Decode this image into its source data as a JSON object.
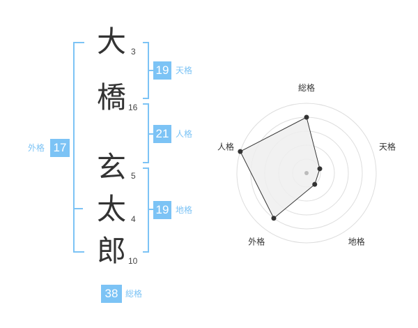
{
  "name": {
    "chars": [
      {
        "char": "大",
        "strokes": "3"
      },
      {
        "char": "橋",
        "strokes": "16"
      },
      {
        "char": "玄",
        "strokes": "5"
      },
      {
        "char": "太",
        "strokes": "4"
      },
      {
        "char": "郎",
        "strokes": "10"
      }
    ]
  },
  "fortunes": {
    "tenkaku": {
      "value": "19",
      "label": "天格"
    },
    "jinkaku": {
      "value": "21",
      "label": "人格"
    },
    "chikaku": {
      "value": "19",
      "label": "地格"
    },
    "gaikaku": {
      "value": "17",
      "label": "外格"
    },
    "soukaku": {
      "value": "38",
      "label": "総格"
    }
  },
  "chart_data": {
    "type": "radar",
    "axes": [
      "総格",
      "天格",
      "地格",
      "外格",
      "人格"
    ],
    "values": [
      4,
      1,
      1,
      4,
      5
    ],
    "range": [
      0,
      5
    ],
    "grid": true,
    "colors": {
      "fill": "#eeeeee",
      "line": "#333333",
      "grid": "#dddddd",
      "point": "#333333",
      "center": "#bbbbbb"
    }
  }
}
